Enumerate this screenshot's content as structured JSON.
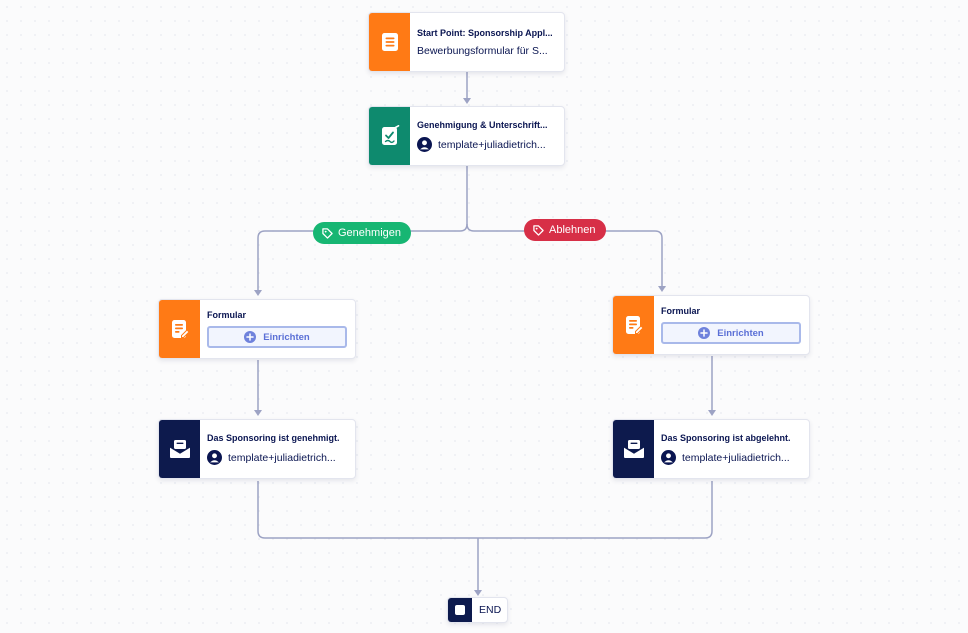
{
  "nodes": {
    "start": {
      "title": "Start Point: Sponsorship Appl...",
      "subtitle": "Bewerbungsformular für S...",
      "icon": "form-document-icon",
      "color": "#ff7a15"
    },
    "approval": {
      "title": "Genehmigung & Unterschrift...",
      "assignee": "template+juliadietrich...",
      "icon": "approval-signature-icon",
      "color": "#0e8a6e"
    },
    "form_left": {
      "title": "Formular",
      "setup_label": "Einrichten",
      "icon": "form-edit-icon",
      "color": "#ff7a15"
    },
    "form_right": {
      "title": "Formular",
      "setup_label": "Einrichten",
      "icon": "form-edit-icon",
      "color": "#ff7a15"
    },
    "email_approved": {
      "title": "Das Sponsoring ist genehmigt.",
      "assignee": "template+juliadietrich...",
      "icon": "email-envelope-icon",
      "color": "#0d1a4d"
    },
    "email_rejected": {
      "title": "Das Sponsoring ist abgelehnt.",
      "assignee": "template+juliadietrich...",
      "icon": "email-envelope-icon",
      "color": "#0d1a4d"
    },
    "end": {
      "label": "END"
    }
  },
  "branches": {
    "approve": {
      "label": "Genehmigen",
      "color": "#17b673"
    },
    "reject": {
      "label": "Ablehnen",
      "color": "#d72f47"
    }
  },
  "colors": {
    "connector": "#9da3c4",
    "setup_border": "#a9b9ea",
    "setup_text": "#5a6fd6"
  }
}
